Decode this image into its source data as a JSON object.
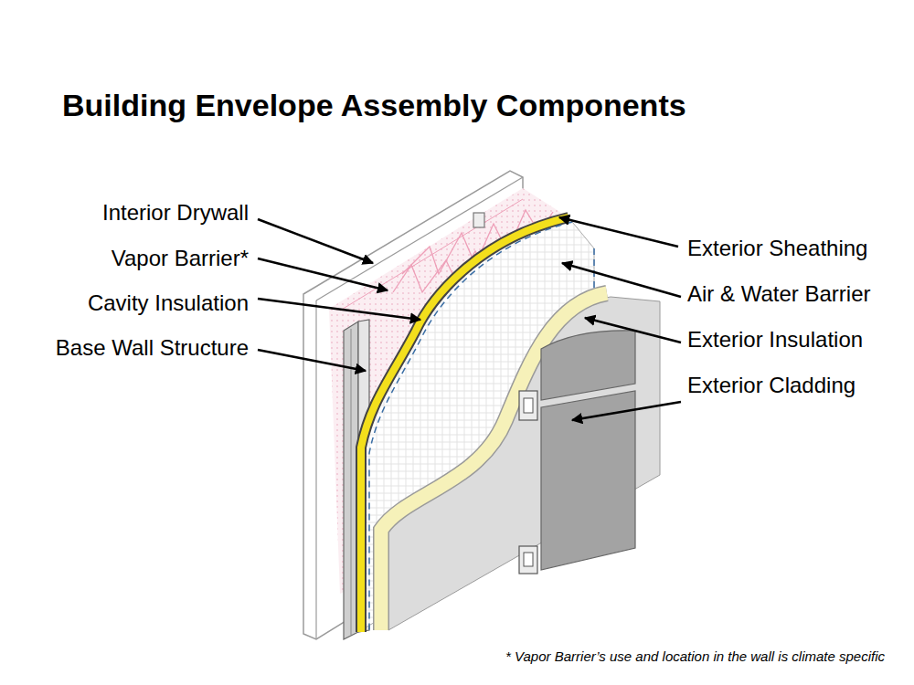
{
  "diagram": {
    "title": "Building Envelope Assembly Components",
    "caption": "* Vapor Barrier’s use and location in the wall is climate specific",
    "labels": [
      "Interior Drywall",
      "Vapor Barrier*",
      "Cavity Insulation",
      "Base Wall Structure",
      "Exterior Sheathing",
      "Air & Water Barrier",
      "Exterior Insulation",
      "Exterior Cladding"
    ]
  }
}
